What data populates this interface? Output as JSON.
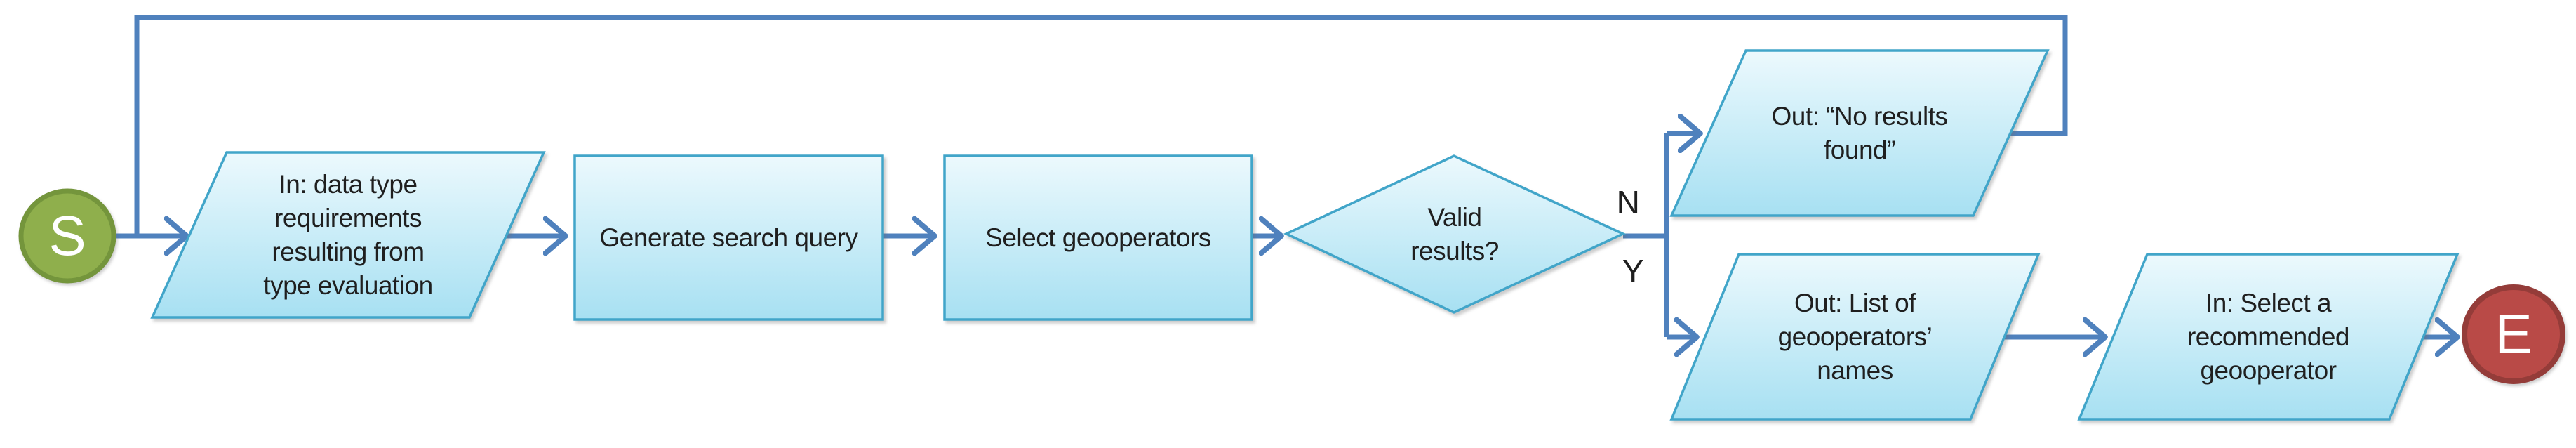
{
  "nodes": {
    "start": {
      "type": "start-terminator",
      "label": "S"
    },
    "input_data_type": {
      "type": "input-output",
      "label": "In: data type\nrequirements\nresulting from\ntype evaluation"
    },
    "generate_query": {
      "type": "process",
      "label": "Generate search query"
    },
    "select_geooperators": {
      "type": "process",
      "label": "Select geooperators"
    },
    "valid_results": {
      "type": "decision",
      "label": "Valid\nresults?"
    },
    "out_no_results": {
      "type": "input-output",
      "label": "Out: “No results\nfound”"
    },
    "out_list": {
      "type": "input-output",
      "label": "Out: List of\ngeooperators’\nnames"
    },
    "select_recommended": {
      "type": "input-output",
      "label": "In: Select a\nrecommended\ngeooperator"
    },
    "end": {
      "type": "end-terminator",
      "label": "E"
    }
  },
  "branches": {
    "no_label": "N",
    "yes_label": "Y"
  },
  "colors": {
    "connector": "#4F81BD",
    "shape_border": "#41A5C9",
    "shape_fill_top": "#ECF9FD",
    "shape_fill_bottom": "#A7E0F2",
    "start_fill": "#8FAF4C",
    "start_border": "#74953C",
    "end_fill": "#B94A47",
    "end_border": "#943C39",
    "text": "#1F1F1F"
  }
}
